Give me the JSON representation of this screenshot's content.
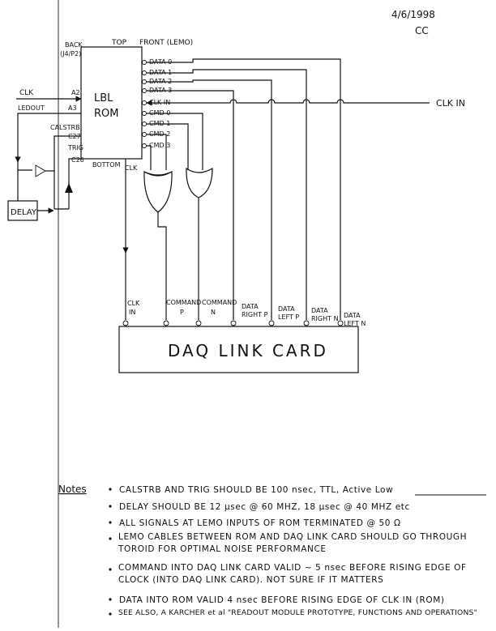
{
  "header": {
    "date": "4/6/1998",
    "initials": "CC"
  },
  "rom": {
    "name_line1": "LBL",
    "name_line2": "ROM",
    "top_label": "TOP",
    "front_label": "FRONT (LEMO)",
    "back_label_line1": "BACK",
    "back_label_line2": "(J4/P2)",
    "bottom_label": "BOTTOM",
    "clk_bottom_label": "CLK",
    "front_pins": [
      "DATA 0",
      "DATA 1",
      "DATA 2",
      "DATA 3",
      "CLK IN",
      "CMD 0",
      "CMD 1",
      "CMD 2",
      "CMD 3"
    ],
    "back_pins": [
      "A2",
      "A3",
      "C27",
      "C26"
    ]
  },
  "left_signals": {
    "clk": "CLK",
    "ledout": "LEDOUT",
    "calstrb": "CALSTRB",
    "trig": "TRIG",
    "delay": "DELAY"
  },
  "clk_in_label": "CLK IN",
  "daq": {
    "title": "DAQ LINK CARD",
    "inputs": [
      {
        "line1": "CLK",
        "line2": "IN"
      },
      {
        "line1": "COMMAND",
        "line2": "P"
      },
      {
        "line1": "COMMAND",
        "line2": "N"
      },
      {
        "line1": "DATA",
        "line2": "RIGHT P"
      },
      {
        "line1": "DATA",
        "line2": "LEFT P"
      },
      {
        "line1": "DATA",
        "line2": "RIGHT N"
      },
      {
        "line1": "DATA",
        "line2": "LEFT N"
      }
    ]
  },
  "notes": {
    "heading": "Notes",
    "items": [
      "CALSTRB AND TRIG SHOULD BE 100 nsec, TTL, Active Low",
      "DELAY SHOULD BE 12 μsec @ 60 MHZ, 18 μsec @ 40 MHZ etc",
      "ALL SIGNALS AT LEMO INPUTS OF ROM TERMINATED @ 50 Ω",
      "LEMO CABLES BETWEEN ROM AND DAQ LINK CARD SHOULD GO THROUGH TOROID FOR OPTIMAL NOISE PERFORMANCE",
      "COMMAND INTO DAQ LINK CARD VALID ~ 5 nsec BEFORE RISING EDGE OF CLOCK (INTO DAQ LINK CARD). NOT SURE IF IT MATTERS",
      "DATA INTO ROM VALID 4 nsec BEFORE RISING EDGE OF CLK IN (ROM)",
      "SEE ALSO, A KARCHER et al \"READOUT MODULE PROTOTYPE, FUNCTIONS AND OPERATIONS\""
    ]
  }
}
